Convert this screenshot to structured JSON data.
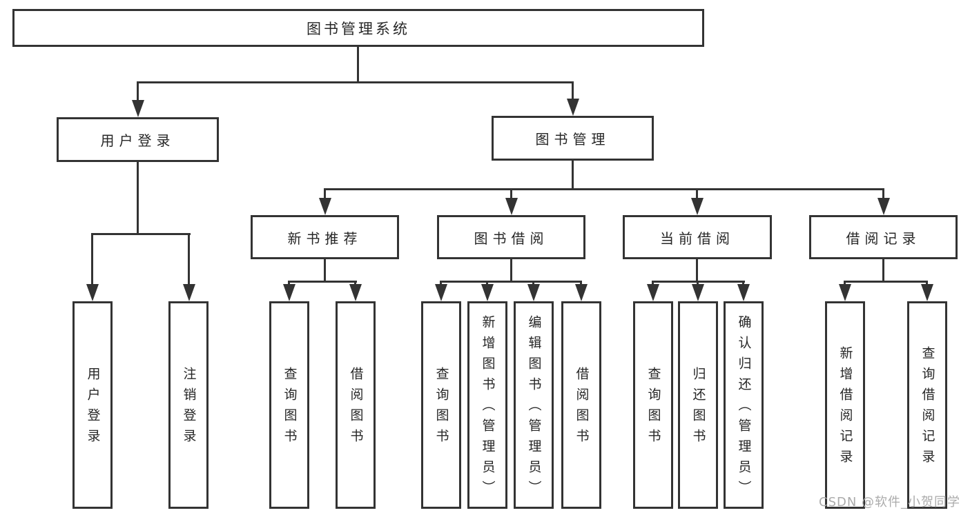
{
  "diagram": {
    "root": {
      "label": "图书管理系统"
    },
    "branches": [
      {
        "label": "用户登录",
        "leaves": [
          {
            "label": "用户登录"
          },
          {
            "label": "注销登录"
          }
        ]
      },
      {
        "label": "图书管理",
        "groups": [
          {
            "label": "新书推荐",
            "leaves": [
              {
                "label": "查询图书"
              },
              {
                "label": "借阅图书"
              }
            ]
          },
          {
            "label": "图书借阅",
            "leaves": [
              {
                "label": "查询图书"
              },
              {
                "label": "新增图书（管理员）"
              },
              {
                "label": "编辑图书（管理员）"
              },
              {
                "label": "借阅图书"
              }
            ]
          },
          {
            "label": "当前借阅",
            "leaves": [
              {
                "label": "查询图书"
              },
              {
                "label": "归还图书"
              },
              {
                "label": "确认归还（管理员）"
              }
            ]
          },
          {
            "label": "借阅记录",
            "leaves": [
              {
                "label": "新增借阅记录"
              },
              {
                "label": "查询借阅记录"
              }
            ]
          }
        ]
      }
    ],
    "colors": {
      "line": "#333333",
      "text": "#262626",
      "box_fill": "#ffffff",
      "watermark": "#ababab",
      "background": "#ffffff"
    }
  },
  "watermark": {
    "text": "CSDN @软件_小贺同学"
  }
}
